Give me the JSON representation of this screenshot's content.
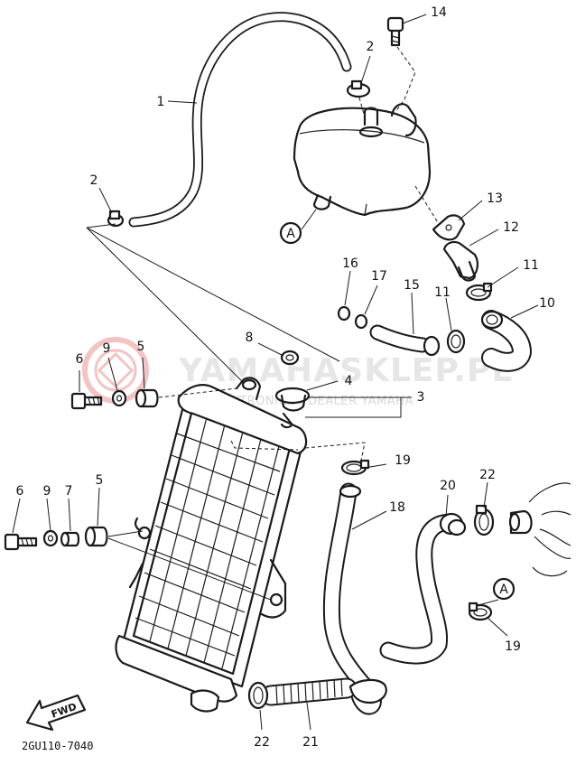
{
  "callouts": [
    {
      "label": "14"
    },
    {
      "label": "2"
    },
    {
      "label": "1"
    },
    {
      "label": "2"
    },
    {
      "label": "13"
    },
    {
      "label": "12"
    },
    {
      "label": "16"
    },
    {
      "label": "17"
    },
    {
      "label": "15"
    },
    {
      "label": "11"
    },
    {
      "label": "11"
    },
    {
      "label": "10"
    },
    {
      "label": "8"
    },
    {
      "label": "6"
    },
    {
      "label": "9"
    },
    {
      "label": "5"
    },
    {
      "label": "4"
    },
    {
      "label": "3"
    },
    {
      "label": "19"
    },
    {
      "label": "18"
    },
    {
      "label": "20"
    },
    {
      "label": "22"
    },
    {
      "label": "6"
    },
    {
      "label": "9"
    },
    {
      "label": "7"
    },
    {
      "label": "5"
    },
    {
      "label": "19"
    },
    {
      "label": "22"
    },
    {
      "label": "21"
    }
  ],
  "reference_markers": [
    {
      "label": "A"
    },
    {
      "label": "A"
    }
  ],
  "watermark": {
    "main_text": "YAMAHASKLEP.PL",
    "sub_text": "ELEKTRONICZ I DEALER YAMAHA",
    "color": "#d9d9d9"
  },
  "direction_arrow": {
    "label": "FWD"
  },
  "diagram_code": "2GU110-7040",
  "colors": {
    "line": "#1a1a1a",
    "background": "#ffffff",
    "watermark_logo": "#f3b8b8"
  }
}
